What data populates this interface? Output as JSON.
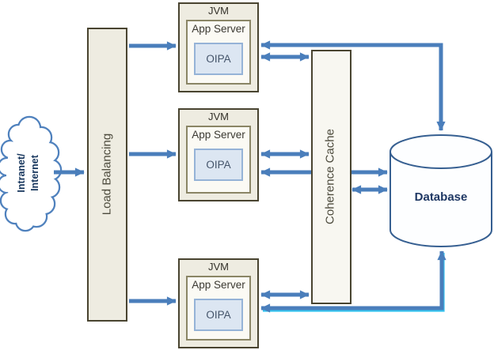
{
  "diagram": {
    "cloud": {
      "label_line1": "Intranet/",
      "label_line2": "Internet"
    },
    "load_balancer": {
      "label": "Load Balancing"
    },
    "jvm_nodes": [
      {
        "title": "JVM",
        "app_server_label": "App Server",
        "app_label": "OIPA"
      },
      {
        "title": "JVM",
        "app_server_label": "App Server",
        "app_label": "OIPA"
      },
      {
        "title": "JVM",
        "app_server_label": "App Server",
        "app_label": "OIPA"
      }
    ],
    "cache": {
      "label": "Coherence Cache"
    },
    "database": {
      "label": "Database"
    }
  },
  "colors": {
    "arrow": "#4a7ebb",
    "box_fill": "#eeece1",
    "box_border": "#494430",
    "inner_fill": "#fbfaf4",
    "cache_fill": "#f8f7f1",
    "oipa_fill": "#dce6f2",
    "oipa_border": "#95b3d7",
    "db_outline": "#365f91",
    "db_text": "#1f3864",
    "cloud_outline": "#4f81bd",
    "cloud_text": "#17365d",
    "selection_glow": "#35c3ef"
  }
}
